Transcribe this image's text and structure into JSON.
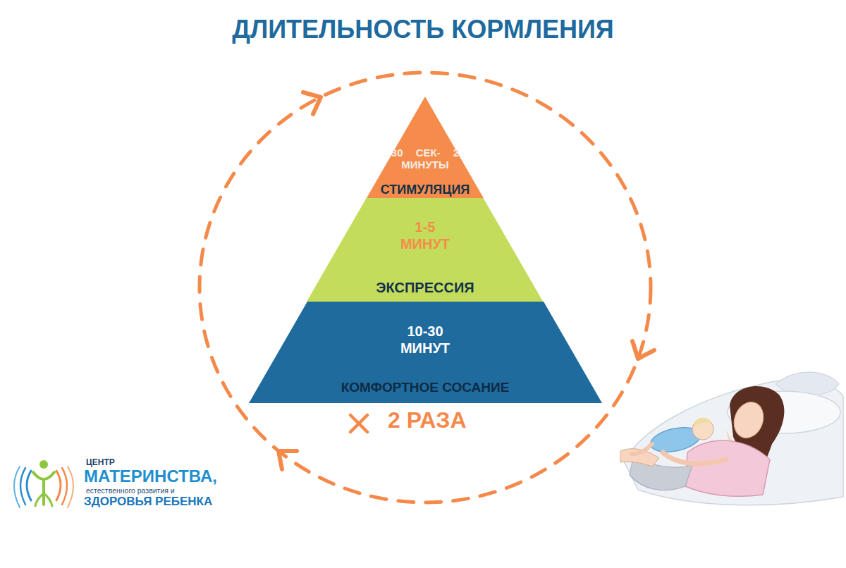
{
  "diagram": {
    "title": "ДЛИТЕЛЬНОСТЬ КОРМЛЕНИЯ",
    "nodes": [
      {
        "text": [
          "30 СЕК- 2 МИНУТЫ",
          "СТИМУЛЯЦИЯ"
        ]
      },
      {
        "text": [
          "1-5 МИНУТ",
          "ЭКСПРЕССИЯ"
        ]
      },
      {
        "text": [
          "10-30 МИНУТ",
          "КОМФОРТНОЕ СОСАНИЕ"
        ]
      }
    ],
    "labels": [
      "2 РАЗА",
      "ЦЕНТР",
      "МАТЕРИНСТВА,",
      "естественного развития и",
      "ЗДОРОВЬЯ РЕБЕНКА"
    ]
  }
}
